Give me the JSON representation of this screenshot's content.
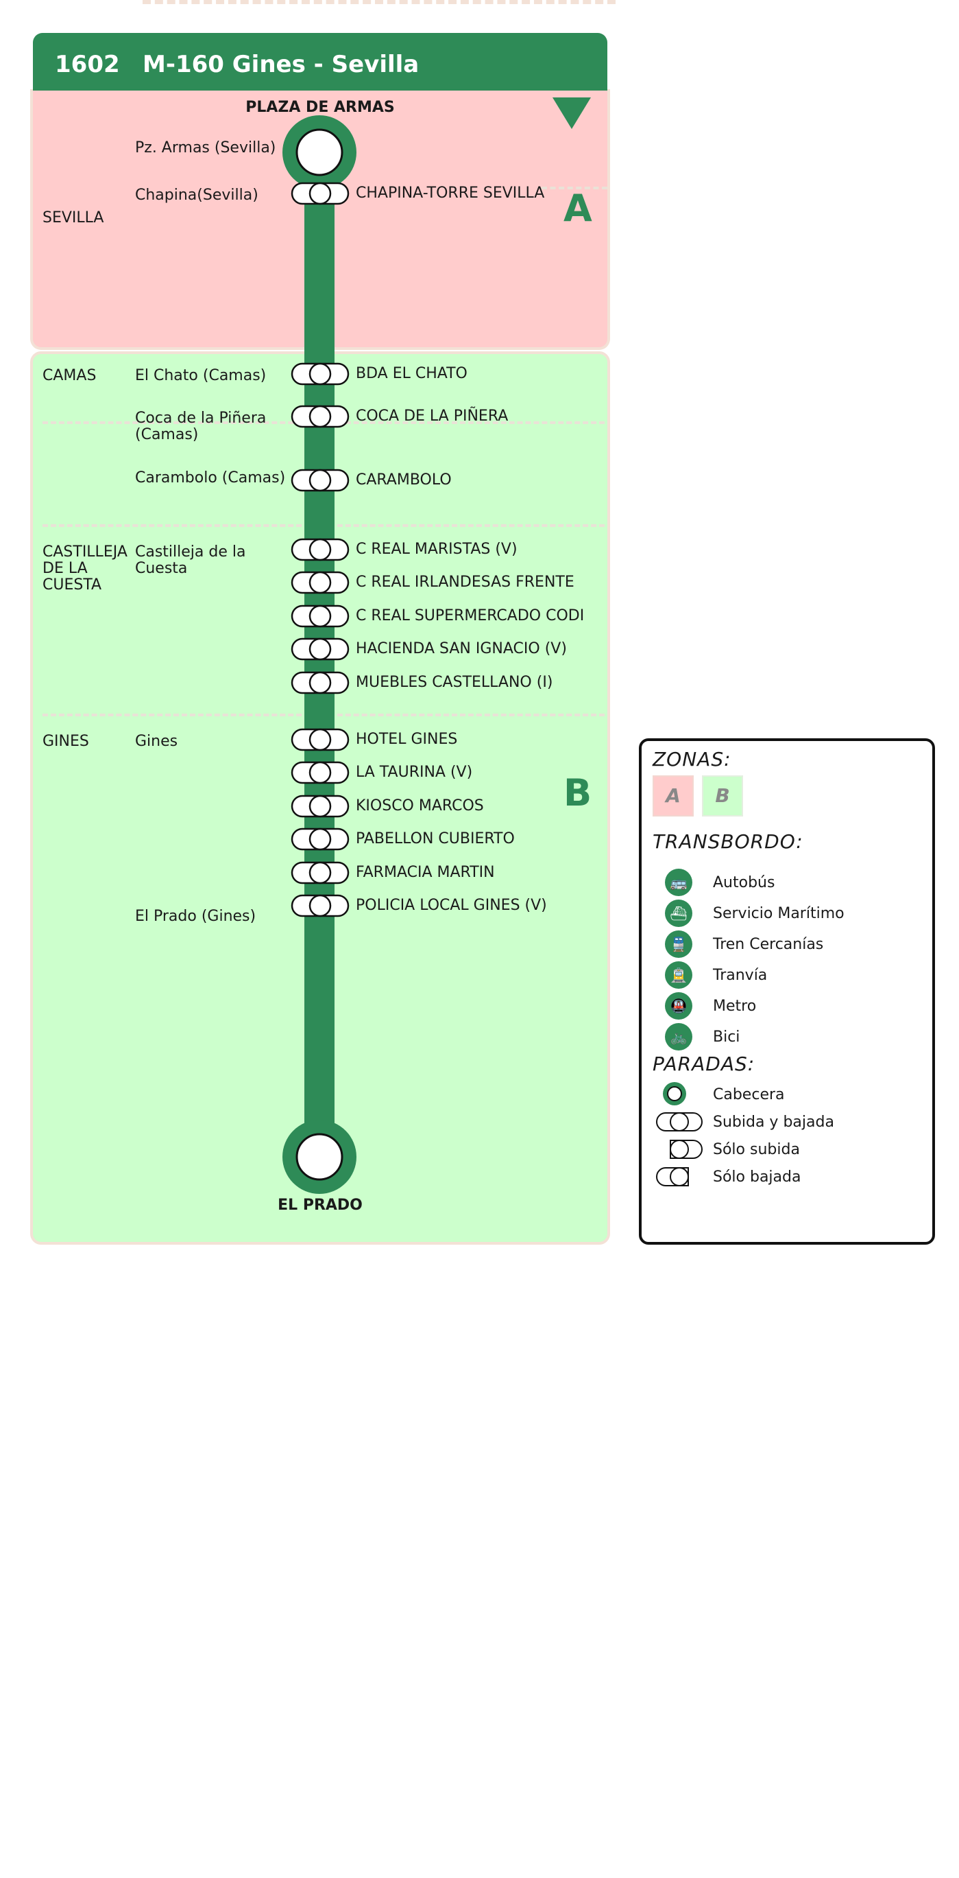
{
  "header": {
    "code": "1602",
    "name": "M-160  Gines - Sevilla"
  },
  "colors": {
    "line": "#2e8b57",
    "zone_a": "#ffcccc",
    "zone_b": "#ccffcc"
  },
  "terminals": {
    "start": "PLAZA DE ARMAS",
    "end": "EL PRADO"
  },
  "zones": {
    "a": "A",
    "b": "B"
  },
  "municipalities": [
    "SEVILLA",
    "CAMAS",
    "CASTILLEJA DE LA CUESTA",
    "GINES"
  ],
  "localities": [
    "Pz. Armas (Sevilla)",
    "Chapina(Sevilla)",
    "El Chato (Camas)",
    "Coca de la Piñera (Camas)",
    "Carambolo (Camas)",
    "Castilleja de la Cuesta",
    "Gines",
    "El Prado (Gines)"
  ],
  "stops": [
    "CHAPINA-TORRE SEVILLA",
    "BDA EL CHATO",
    "COCA DE LA PIÑERA",
    "CARAMBOLO",
    "C REAL MARISTAS (V)",
    "C REAL IRLANDESAS FRENTE",
    "C REAL SUPERMERCADO CODI",
    "HACIENDA SAN IGNACIO (V)",
    "MUEBLES CASTELLANO (I)",
    "HOTEL GINES",
    "LA TAURINA (V)",
    "KIOSCO MARCOS",
    "PABELLON CUBIERTO",
    "FARMACIA MARTIN",
    "POLICIA LOCAL GINES (V)"
  ],
  "legend": {
    "zonas_title": "ZONAS:",
    "zone_a": "A",
    "zone_b": "B",
    "transbordo_title": "TRANSBORDO:",
    "transbordo": [
      {
        "label": "Autobús",
        "icon": "bus-icon",
        "glyph": "🚌"
      },
      {
        "label": "Servicio Marítimo",
        "icon": "boat-icon",
        "glyph": "⛴"
      },
      {
        "label": "Tren Cercanías",
        "icon": "train-icon",
        "glyph": "🚆"
      },
      {
        "label": "Tranvía",
        "icon": "tram-icon",
        "glyph": "🚊"
      },
      {
        "label": "Metro",
        "icon": "metro-icon",
        "glyph": "🚇"
      },
      {
        "label": "Bici",
        "icon": "bike-icon",
        "glyph": "🚲"
      }
    ],
    "paradas_title": "PARADAS:",
    "paradas": [
      "Cabecera",
      "Subida y bajada",
      "Sólo subida",
      "Sólo bajada"
    ]
  }
}
